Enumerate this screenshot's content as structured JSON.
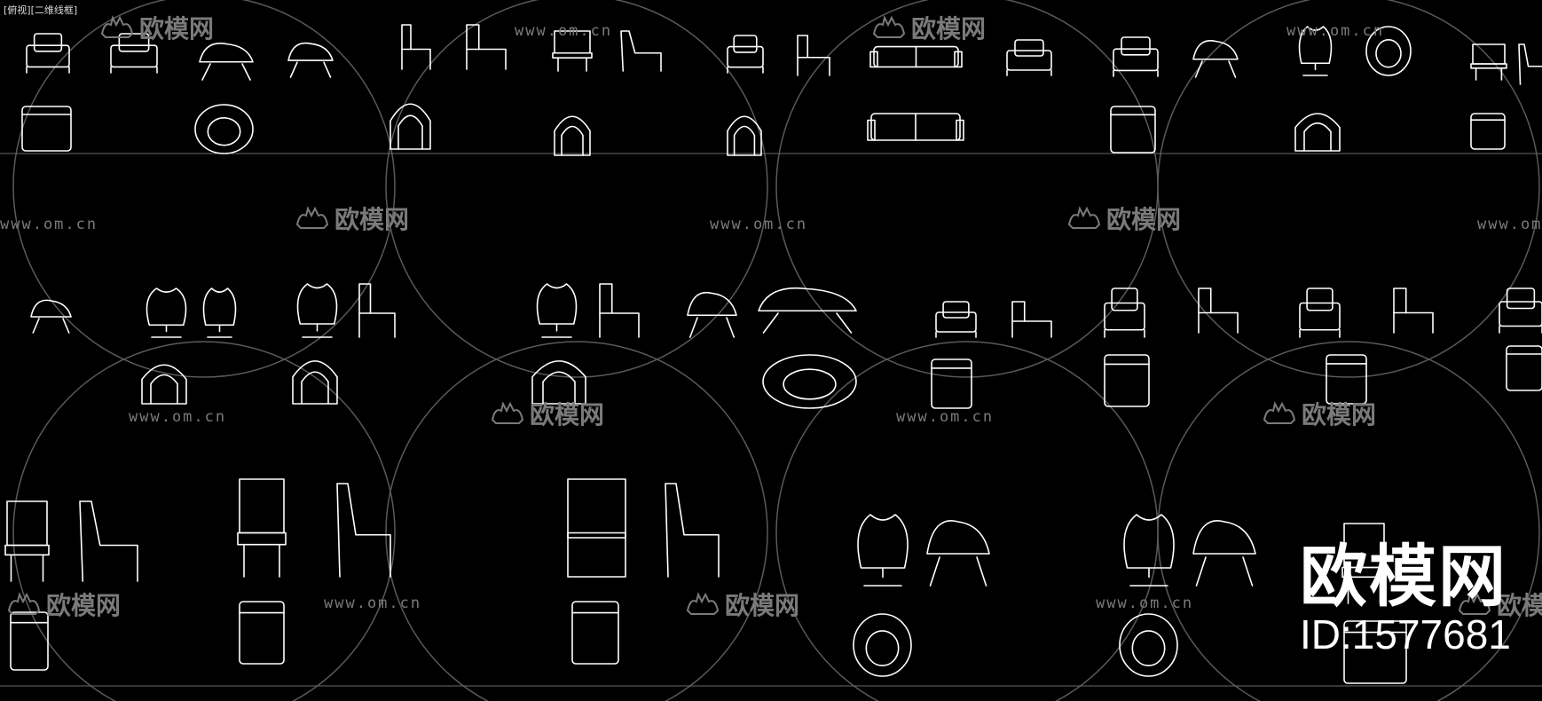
{
  "viewport": {
    "label": "[俯视][二维线框]"
  },
  "watermark": {
    "brand": "欧模网",
    "url": "www.om.cn"
  },
  "overlay": {
    "logo": "欧模网",
    "id_text": "ID:1577681"
  },
  "colors": {
    "background": "#000000",
    "linework": "#ffffff",
    "watermark": "#7a7a7a",
    "divider": "#6a6a6a"
  }
}
